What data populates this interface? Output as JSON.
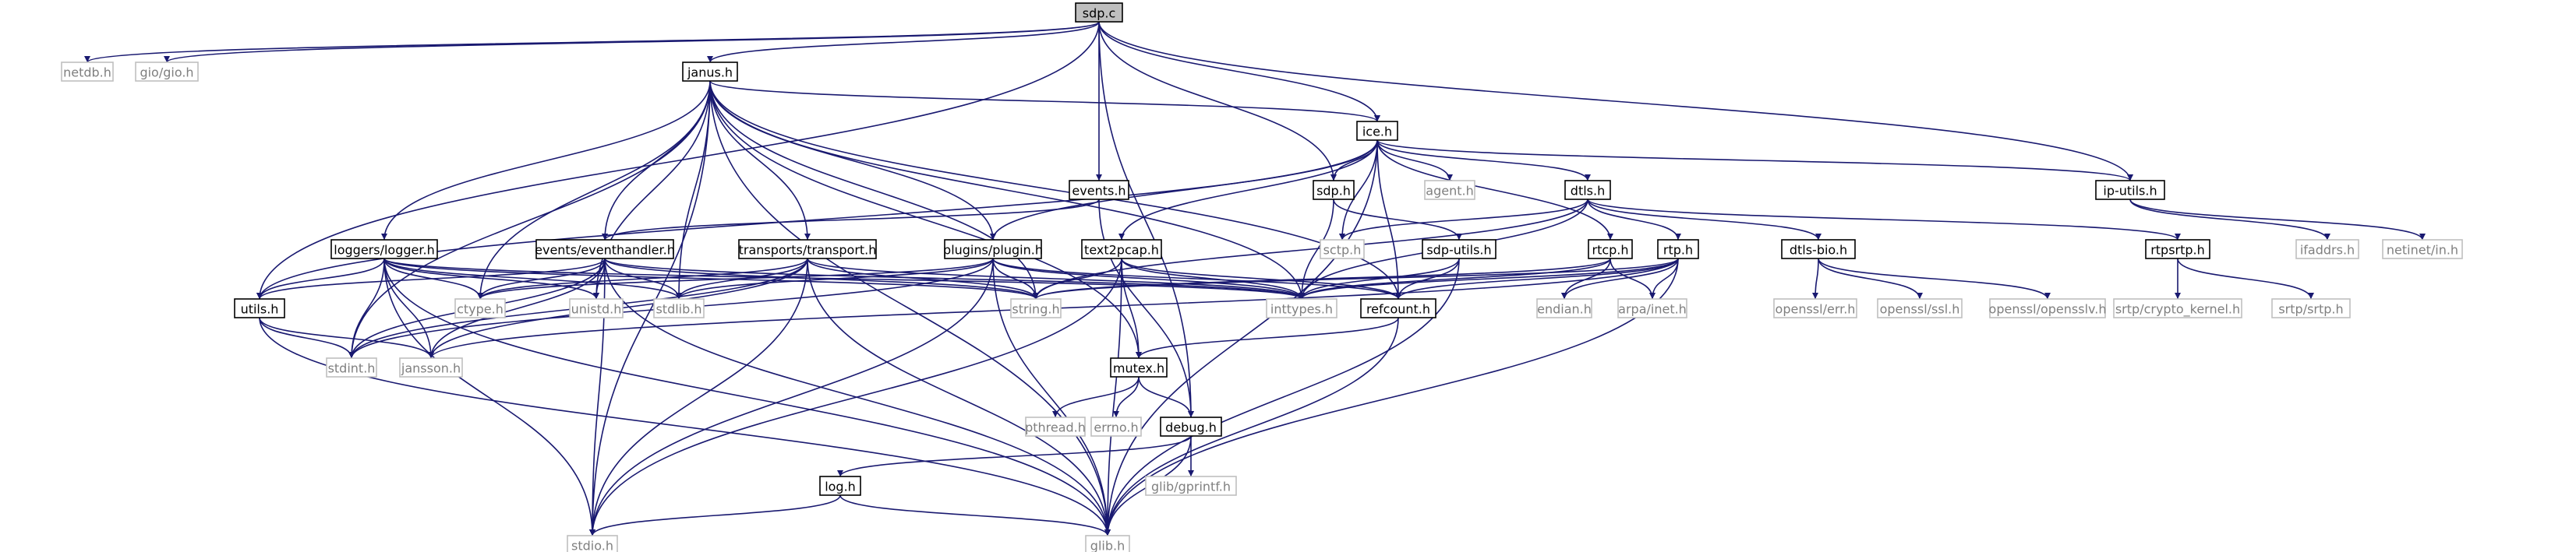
{
  "nodes": [
    {
      "id": "sdp_c",
      "label": "sdp.c",
      "kind": "root"
    },
    {
      "id": "netdb",
      "label": "netdb.h",
      "kind": "system"
    },
    {
      "id": "giogio",
      "label": "gio/gio.h",
      "kind": "system"
    },
    {
      "id": "janus",
      "label": "janus.h",
      "kind": "documented"
    },
    {
      "id": "ice",
      "label": "ice.h",
      "kind": "documented"
    },
    {
      "id": "events",
      "label": "events.h",
      "kind": "documented"
    },
    {
      "id": "sdp",
      "label": "sdp.h",
      "kind": "documented"
    },
    {
      "id": "agent",
      "label": "agent.h",
      "kind": "system"
    },
    {
      "id": "dtls",
      "label": "dtls.h",
      "kind": "documented"
    },
    {
      "id": "iputils",
      "label": "ip-utils.h",
      "kind": "documented"
    },
    {
      "id": "loggers",
      "label": "loggers/logger.h",
      "kind": "documented"
    },
    {
      "id": "eventhandler",
      "label": "events/eventhandler.h",
      "kind": "documented"
    },
    {
      "id": "transport",
      "label": "transports/transport.h",
      "kind": "documented"
    },
    {
      "id": "plugin",
      "label": "plugins/plugin.h",
      "kind": "documented"
    },
    {
      "id": "text2pcap",
      "label": "text2pcap.h",
      "kind": "documented"
    },
    {
      "id": "sctp",
      "label": "sctp.h",
      "kind": "system"
    },
    {
      "id": "sdputils",
      "label": "sdp-utils.h",
      "kind": "documented"
    },
    {
      "id": "rtcp",
      "label": "rtcp.h",
      "kind": "documented"
    },
    {
      "id": "rtp",
      "label": "rtp.h",
      "kind": "documented"
    },
    {
      "id": "dtlsbio",
      "label": "dtls-bio.h",
      "kind": "documented"
    },
    {
      "id": "rtpsrtp",
      "label": "rtpsrtp.h",
      "kind": "documented"
    },
    {
      "id": "ifaddrs",
      "label": "ifaddrs.h",
      "kind": "system"
    },
    {
      "id": "netinet",
      "label": "netinet/in.h",
      "kind": "system"
    },
    {
      "id": "utils",
      "label": "utils.h",
      "kind": "documented"
    },
    {
      "id": "ctype",
      "label": "ctype.h",
      "kind": "system"
    },
    {
      "id": "unistd",
      "label": "unistd.h",
      "kind": "system"
    },
    {
      "id": "stdlib",
      "label": "stdlib.h",
      "kind": "system"
    },
    {
      "id": "string",
      "label": "string.h",
      "kind": "system"
    },
    {
      "id": "inttypes",
      "label": "inttypes.h",
      "kind": "system"
    },
    {
      "id": "refcount",
      "label": "refcount.h",
      "kind": "documented"
    },
    {
      "id": "endian",
      "label": "endian.h",
      "kind": "system"
    },
    {
      "id": "arpainet",
      "label": "arpa/inet.h",
      "kind": "system"
    },
    {
      "id": "opensslerr",
      "label": "openssl/err.h",
      "kind": "system"
    },
    {
      "id": "opensslssl",
      "label": "openssl/ssl.h",
      "kind": "system"
    },
    {
      "id": "opensslv",
      "label": "openssl/opensslv.h",
      "kind": "system"
    },
    {
      "id": "srtpkernel",
      "label": "srtp/crypto_kernel.h",
      "kind": "system"
    },
    {
      "id": "srtpsrtp",
      "label": "srtp/srtp.h",
      "kind": "system"
    },
    {
      "id": "stdint",
      "label": "stdint.h",
      "kind": "system"
    },
    {
      "id": "jansson",
      "label": "jansson.h",
      "kind": "system"
    },
    {
      "id": "mutex",
      "label": "mutex.h",
      "kind": "documented"
    },
    {
      "id": "pthread",
      "label": "pthread.h",
      "kind": "system"
    },
    {
      "id": "errno",
      "label": "errno.h",
      "kind": "system"
    },
    {
      "id": "debug",
      "label": "debug.h",
      "kind": "documented"
    },
    {
      "id": "log",
      "label": "log.h",
      "kind": "documented"
    },
    {
      "id": "gprintf",
      "label": "glib/gprintf.h",
      "kind": "system"
    },
    {
      "id": "stdio",
      "label": "stdio.h",
      "kind": "system"
    },
    {
      "id": "glib",
      "label": "glib.h",
      "kind": "system"
    }
  ],
  "edges": [
    [
      "sdp_c",
      "netdb"
    ],
    [
      "sdp_c",
      "giogio"
    ],
    [
      "sdp_c",
      "janus"
    ],
    [
      "sdp_c",
      "ice"
    ],
    [
      "sdp_c",
      "events"
    ],
    [
      "sdp_c",
      "sdp"
    ],
    [
      "sdp_c",
      "iputils"
    ],
    [
      "sdp_c",
      "utils"
    ],
    [
      "sdp_c",
      "debug"
    ],
    [
      "janus",
      "ice"
    ],
    [
      "janus",
      "loggers"
    ],
    [
      "janus",
      "eventhandler"
    ],
    [
      "janus",
      "transport"
    ],
    [
      "janus",
      "plugin"
    ],
    [
      "janus",
      "ctype"
    ],
    [
      "janus",
      "unistd"
    ],
    [
      "janus",
      "stdlib"
    ],
    [
      "janus",
      "string"
    ],
    [
      "janus",
      "inttypes"
    ],
    [
      "janus",
      "refcount"
    ],
    [
      "janus",
      "mutex"
    ],
    [
      "janus",
      "stdint"
    ],
    [
      "janus",
      "stdio"
    ],
    [
      "janus",
      "glib"
    ],
    [
      "ice",
      "agent"
    ],
    [
      "ice",
      "sdp"
    ],
    [
      "ice",
      "sctp"
    ],
    [
      "ice",
      "dtls"
    ],
    [
      "ice",
      "rtcp"
    ],
    [
      "ice",
      "text2pcap"
    ],
    [
      "ice",
      "plugin"
    ],
    [
      "ice",
      "utils"
    ],
    [
      "ice",
      "iputils"
    ],
    [
      "ice",
      "refcount"
    ],
    [
      "ice",
      "glib"
    ],
    [
      "events",
      "eventhandler"
    ],
    [
      "events",
      "debug"
    ],
    [
      "sdp",
      "sdputils"
    ],
    [
      "sdp",
      "inttypes"
    ],
    [
      "dtls",
      "sctp"
    ],
    [
      "dtls",
      "rtp"
    ],
    [
      "dtls",
      "dtlsbio"
    ],
    [
      "dtls",
      "rtpsrtp"
    ],
    [
      "dtls",
      "inttypes"
    ],
    [
      "dtls",
      "string"
    ],
    [
      "iputils",
      "ifaddrs"
    ],
    [
      "iputils",
      "netinet"
    ],
    [
      "loggers",
      "utils"
    ],
    [
      "loggers",
      "ctype"
    ],
    [
      "loggers",
      "unistd"
    ],
    [
      "loggers",
      "stdlib"
    ],
    [
      "loggers",
      "string"
    ],
    [
      "loggers",
      "inttypes"
    ],
    [
      "loggers",
      "stdint"
    ],
    [
      "loggers",
      "jansson"
    ],
    [
      "loggers",
      "stdio"
    ],
    [
      "loggers",
      "glib"
    ],
    [
      "eventhandler",
      "utils"
    ],
    [
      "eventhandler",
      "ctype"
    ],
    [
      "eventhandler",
      "unistd"
    ],
    [
      "eventhandler",
      "stdlib"
    ],
    [
      "eventhandler",
      "string"
    ],
    [
      "eventhandler",
      "inttypes"
    ],
    [
      "eventhandler",
      "stdint"
    ],
    [
      "eventhandler",
      "jansson"
    ],
    [
      "eventhandler",
      "stdio"
    ],
    [
      "eventhandler",
      "glib"
    ],
    [
      "transport",
      "ctype"
    ],
    [
      "transport",
      "stdlib"
    ],
    [
      "transport",
      "string"
    ],
    [
      "transport",
      "inttypes"
    ],
    [
      "transport",
      "stdint"
    ],
    [
      "transport",
      "jansson"
    ],
    [
      "transport",
      "stdio"
    ],
    [
      "transport",
      "glib"
    ],
    [
      "plugin",
      "ctype"
    ],
    [
      "plugin",
      "stdlib"
    ],
    [
      "plugin",
      "string"
    ],
    [
      "plugin",
      "inttypes"
    ],
    [
      "plugin",
      "refcount"
    ],
    [
      "plugin",
      "stdint"
    ],
    [
      "plugin",
      "stdio"
    ],
    [
      "plugin",
      "glib"
    ],
    [
      "text2pcap",
      "string"
    ],
    [
      "text2pcap",
      "inttypes"
    ],
    [
      "text2pcap",
      "refcount"
    ],
    [
      "text2pcap",
      "mutex"
    ],
    [
      "text2pcap",
      "stdio"
    ],
    [
      "text2pcap",
      "glib"
    ],
    [
      "sdputils",
      "inttypes"
    ],
    [
      "sdputils",
      "refcount"
    ],
    [
      "sdputils",
      "glib"
    ],
    [
      "rtcp",
      "string"
    ],
    [
      "rtcp",
      "inttypes"
    ],
    [
      "rtcp",
      "endian"
    ],
    [
      "rtcp",
      "arpainet"
    ],
    [
      "rtp",
      "string"
    ],
    [
      "rtp",
      "inttypes"
    ],
    [
      "rtp",
      "endian"
    ],
    [
      "rtp",
      "arpainet"
    ],
    [
      "rtp",
      "refcount"
    ],
    [
      "rtp",
      "jansson"
    ],
    [
      "rtp",
      "glib"
    ],
    [
      "dtlsbio",
      "opensslerr"
    ],
    [
      "dtlsbio",
      "opensslssl"
    ],
    [
      "dtlsbio",
      "opensslv"
    ],
    [
      "rtpsrtp",
      "srtpkernel"
    ],
    [
      "rtpsrtp",
      "srtpsrtp"
    ],
    [
      "utils",
      "stdint"
    ],
    [
      "utils",
      "jansson"
    ],
    [
      "utils",
      "glib"
    ],
    [
      "refcount",
      "mutex"
    ],
    [
      "refcount",
      "glib"
    ],
    [
      "mutex",
      "pthread"
    ],
    [
      "mutex",
      "errno"
    ],
    [
      "mutex",
      "debug"
    ],
    [
      "debug",
      "log"
    ],
    [
      "debug",
      "gprintf"
    ],
    [
      "debug",
      "glib"
    ],
    [
      "log",
      "stdio"
    ],
    [
      "log",
      "glib"
    ]
  ]
}
